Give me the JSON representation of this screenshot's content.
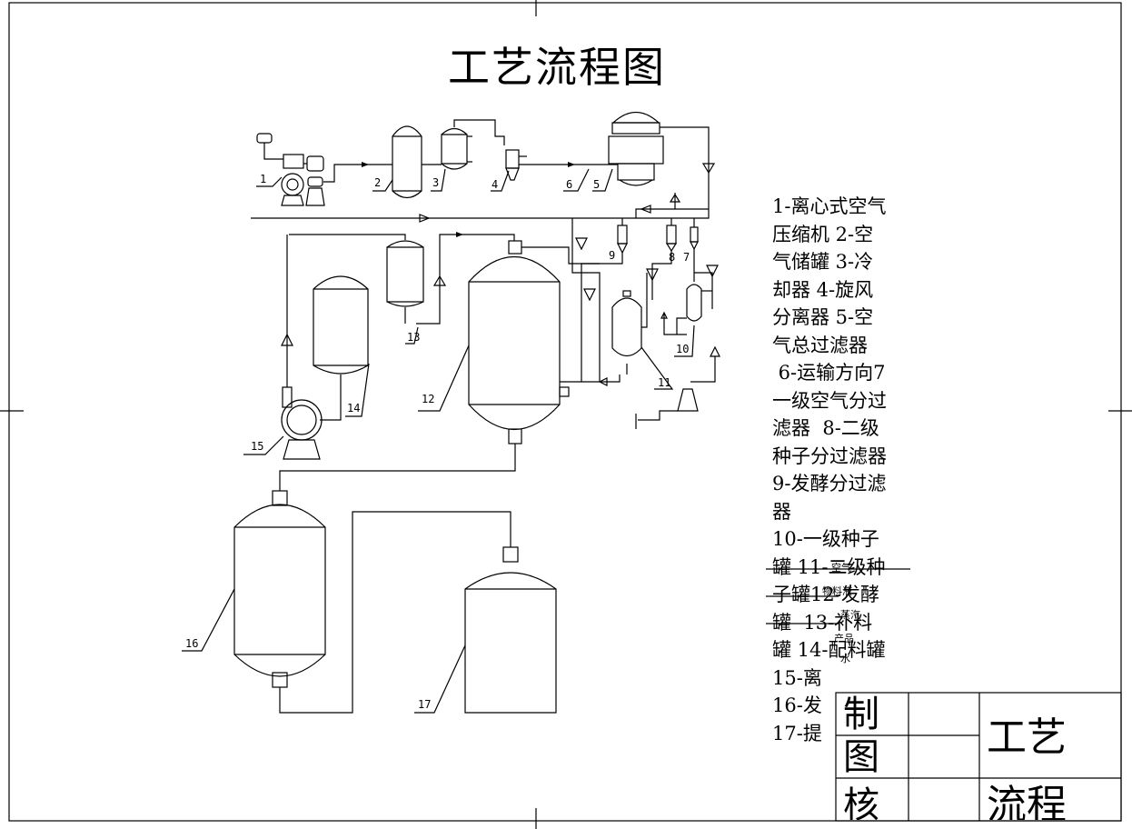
{
  "drawing": {
    "title": "工艺流程图"
  },
  "legend": {
    "lines": [
      "1-离心式空气",
      "压缩机 2-空",
      "气储罐 3-冷",
      "却器 4-旋风",
      "分离器 5-空",
      "气总过滤器",
      " 6-运输方向7",
      "一级空气分过",
      "滤器  8-二级",
      "种子分过滤器",
      "9-发酵分过滤",
      "器",
      "10-一级种子",
      "罐 11-二级种",
      "子罐12-发酵",
      "罐  13-补料",
      "罐 14-配料罐",
      "15-离",
      "16-发",
      "17-提"
    ],
    "overlay_notes": [
      "空气",
      "物料液",
      "蒸汽",
      "产品",
      "水"
    ]
  },
  "equipment_tags": [
    "1",
    "2",
    "3",
    "4",
    "5",
    "6",
    "7",
    "8",
    "9",
    "10",
    "11",
    "12",
    "13",
    "14",
    "15",
    "16",
    "17"
  ],
  "title_block": {
    "role_labels": [
      "制",
      "图",
      "核"
    ],
    "drawing_name_line1": "工艺",
    "drawing_name_line2": "流程"
  }
}
